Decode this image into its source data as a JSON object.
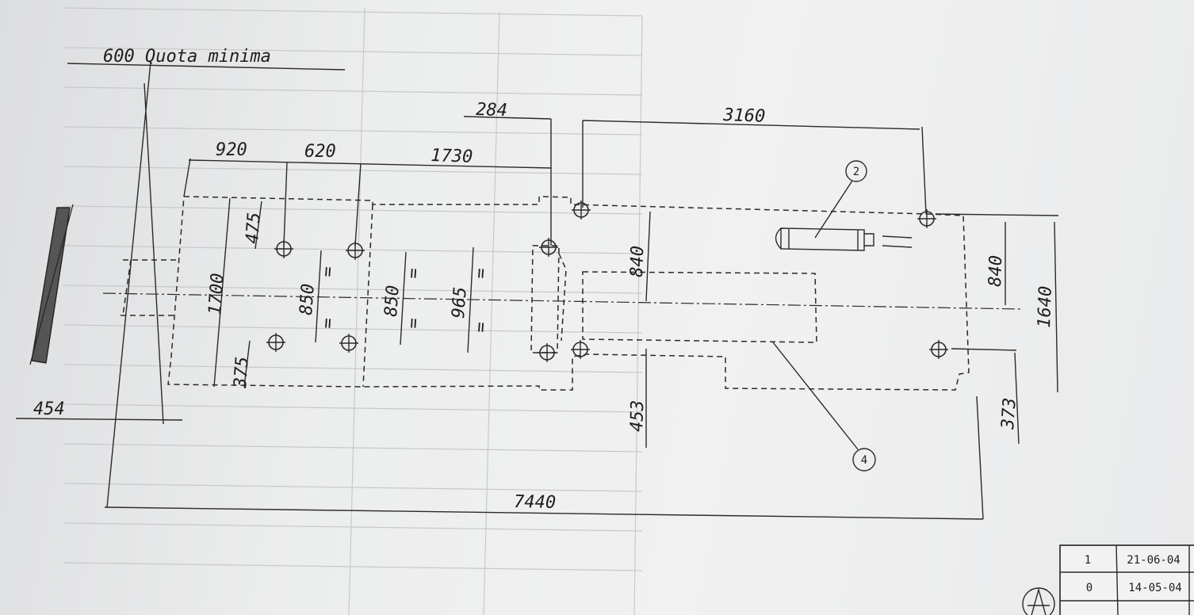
{
  "dimensions": {
    "quota_minima": "600 Quota minima",
    "d284": "284",
    "d3160": "3160",
    "d920": "920",
    "d620": "620",
    "d1730": "1730",
    "d475": "475",
    "d1700": "1700",
    "d850a": "850",
    "d850b": "850",
    "d965": "965",
    "d840a": "840",
    "d840b": "840",
    "d1640": "1640",
    "d375": "375",
    "d453": "453",
    "d373": "373",
    "d454": "454",
    "d7440": "7440",
    "equal": "="
  },
  "balloons": {
    "b2": "2",
    "b4": "4"
  },
  "revision_table": [
    {
      "rev": "1",
      "date": "21-06-04"
    },
    {
      "rev": "0",
      "date": "14-05-04"
    }
  ]
}
